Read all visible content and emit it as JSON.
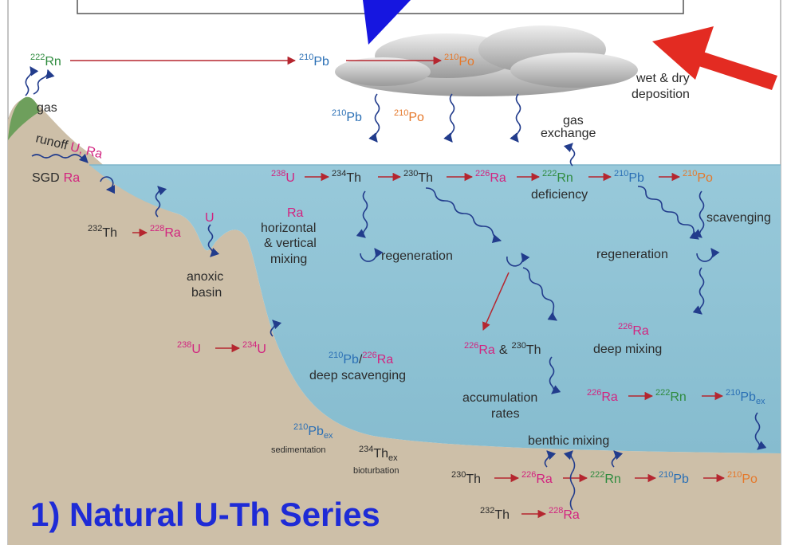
{
  "colors": {
    "water": "#8fc3d6",
    "seafloor": "#cdbfa8",
    "sky": "#ffffff",
    "flux_arrow": "#b5262f",
    "wavy_arrow": "#223c8c",
    "red_pointer": "#e32b22",
    "blue_pointer": "#1616e0",
    "title": "#1e2bd6"
  },
  "title": "1) Natural U-Th Series",
  "labels": {
    "gas": "gas",
    "runoff": "runoff",
    "u_ra": "U, Ra",
    "sgd": "SGD",
    "ra": "Ra",
    "u": "U",
    "th": "Th",
    "pb": "Pb",
    "po": "Po",
    "rn": "Rn",
    "ex": "ex",
    "wet_dry_1": "wet & dry",
    "wet_dry_2": "deposition",
    "gas_exchange_1": "gas",
    "gas_exchange_2": "exchange",
    "deficiency": "deficiency",
    "scavenging": "scavenging",
    "regeneration": "regeneration",
    "horiz_1": "horizontal",
    "horiz_2": "& vertical",
    "horiz_3": "mixing",
    "anoxic_1": "anoxic",
    "anoxic_2": "basin",
    "deep_scavenging": "deep scavenging",
    "deep_mixing": "deep mixing",
    "accum_1": "accumulation",
    "accum_2": "rates",
    "benthic_mixing": "benthic mixing",
    "sedimentation": "sedimentation",
    "bioturbation": "bioturbation",
    "amp": "&",
    "slash": "/"
  },
  "isotopes": {
    "m222": "222",
    "m210": "210",
    "m238": "238",
    "m234": "234",
    "m230": "230",
    "m226": "226",
    "m232": "232",
    "m228": "228"
  }
}
